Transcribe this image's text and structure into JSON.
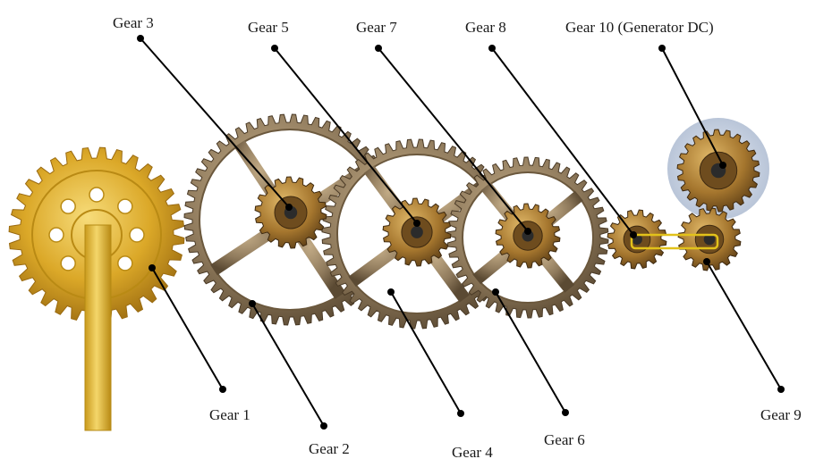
{
  "labels": {
    "gear1": "Gear 1",
    "gear2": "Gear 2",
    "gear3": "Gear 3",
    "gear4": "Gear 4",
    "gear5": "Gear 5",
    "gear6": "Gear 6",
    "gear7": "Gear 7",
    "gear8": "Gear 8",
    "gear9": "Gear 9",
    "gear10": "Gear 10 (Generator DC)"
  },
  "colors": {
    "gold": "#d9a521",
    "gold_dark": "#a87410",
    "bronze": "#8f7a5c",
    "bronze_dark": "#5b4a33",
    "hub": "#7a5a2a",
    "highlight": "#e2c21a",
    "halo": "#c9d4e6",
    "leader": "#000000"
  }
}
